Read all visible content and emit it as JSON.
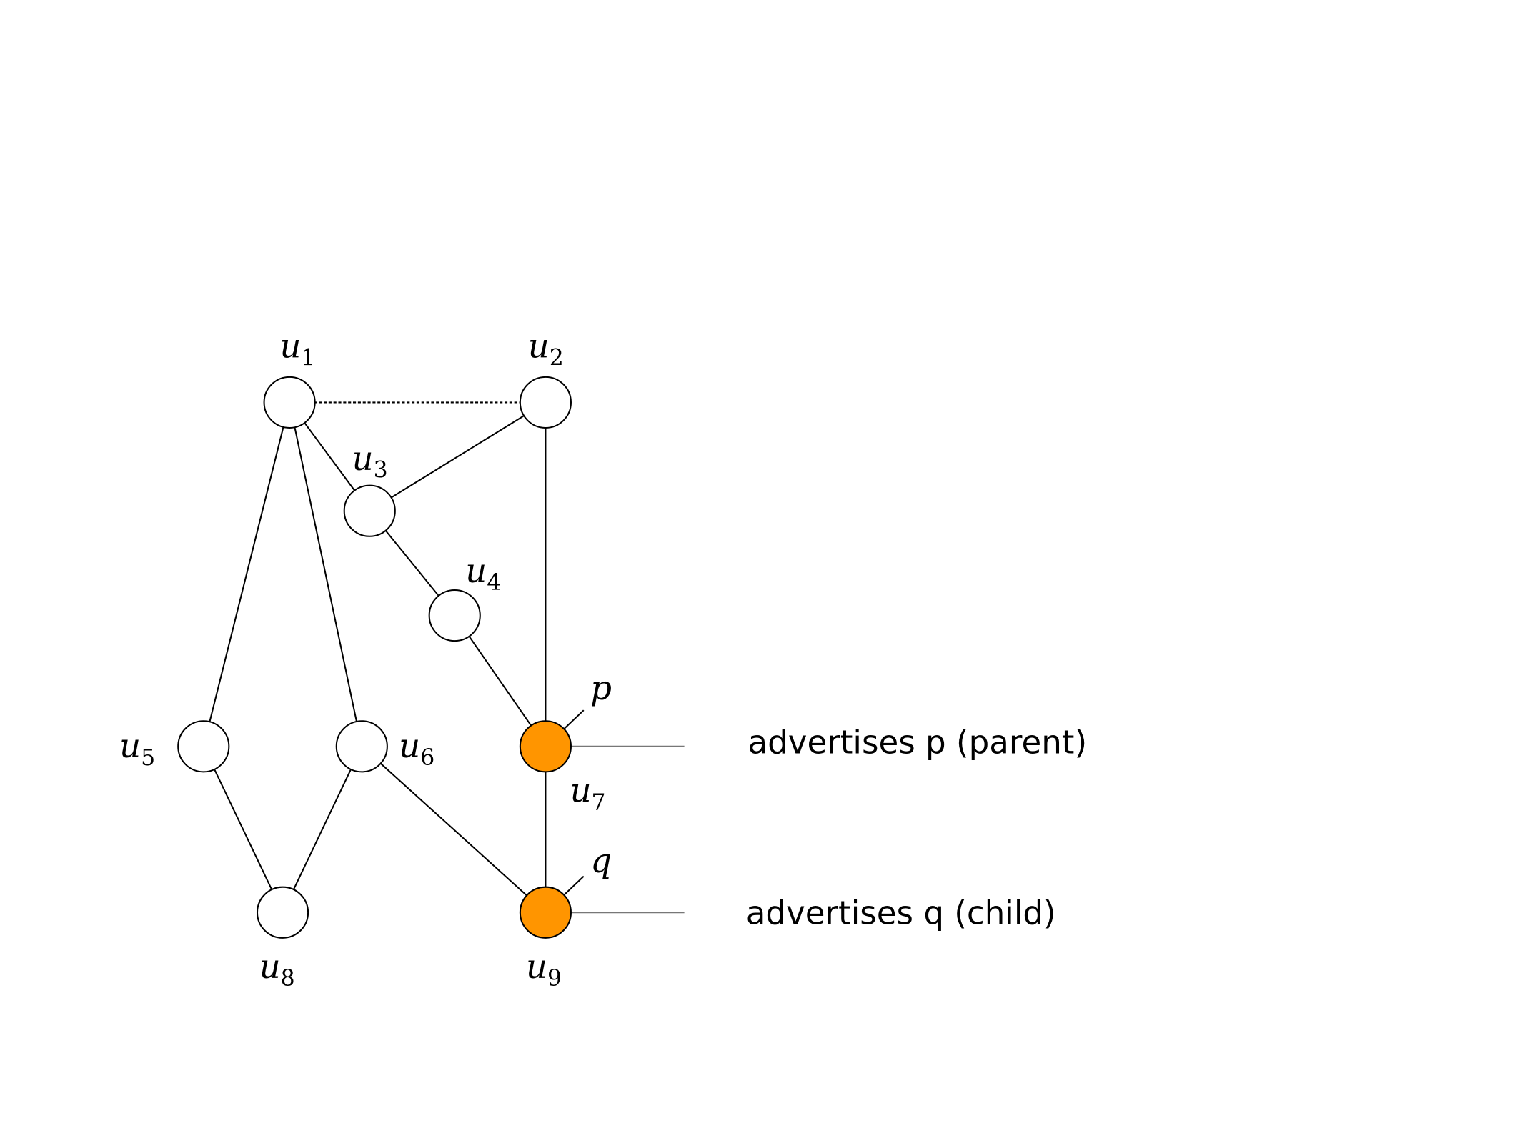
{
  "colors": {
    "highlight": "#FF9500",
    "node_fill": "#FFFFFF",
    "stroke": "#000000",
    "connector": "#777777"
  },
  "nodes": [
    {
      "id": "u1",
      "base": "u",
      "sub": "1",
      "highlighted": false
    },
    {
      "id": "u2",
      "base": "u",
      "sub": "2",
      "highlighted": false
    },
    {
      "id": "u3",
      "base": "u",
      "sub": "3",
      "highlighted": false
    },
    {
      "id": "u4",
      "base": "u",
      "sub": "4",
      "highlighted": false
    },
    {
      "id": "u5",
      "base": "u",
      "sub": "5",
      "highlighted": false
    },
    {
      "id": "u6",
      "base": "u",
      "sub": "6",
      "highlighted": false
    },
    {
      "id": "u7",
      "base": "u",
      "sub": "7",
      "highlighted": true
    },
    {
      "id": "u8",
      "base": "u",
      "sub": "8",
      "highlighted": false
    },
    {
      "id": "u9",
      "base": "u",
      "sub": "9",
      "highlighted": true
    }
  ],
  "edges": [
    {
      "from": "u1",
      "to": "u2",
      "style": "dotted"
    },
    {
      "from": "u1",
      "to": "u3",
      "style": "solid"
    },
    {
      "from": "u2",
      "to": "u3",
      "style": "solid"
    },
    {
      "from": "u2",
      "to": "u7",
      "style": "solid"
    },
    {
      "from": "u3",
      "to": "u4",
      "style": "solid"
    },
    {
      "from": "u4",
      "to": "u7",
      "style": "solid"
    },
    {
      "from": "u1",
      "to": "u5",
      "style": "solid"
    },
    {
      "from": "u1",
      "to": "u6",
      "style": "solid"
    },
    {
      "from": "u5",
      "to": "u8",
      "style": "solid"
    },
    {
      "from": "u6",
      "to": "u8",
      "style": "solid"
    },
    {
      "from": "u6",
      "to": "u9",
      "style": "solid"
    },
    {
      "from": "u7",
      "to": "u9",
      "style": "solid"
    }
  ],
  "prefix_labels": {
    "u7": "p",
    "u9": "q"
  },
  "annotations": {
    "u7": "advertises p  (parent)",
    "u9": "advertises q  (child)"
  }
}
